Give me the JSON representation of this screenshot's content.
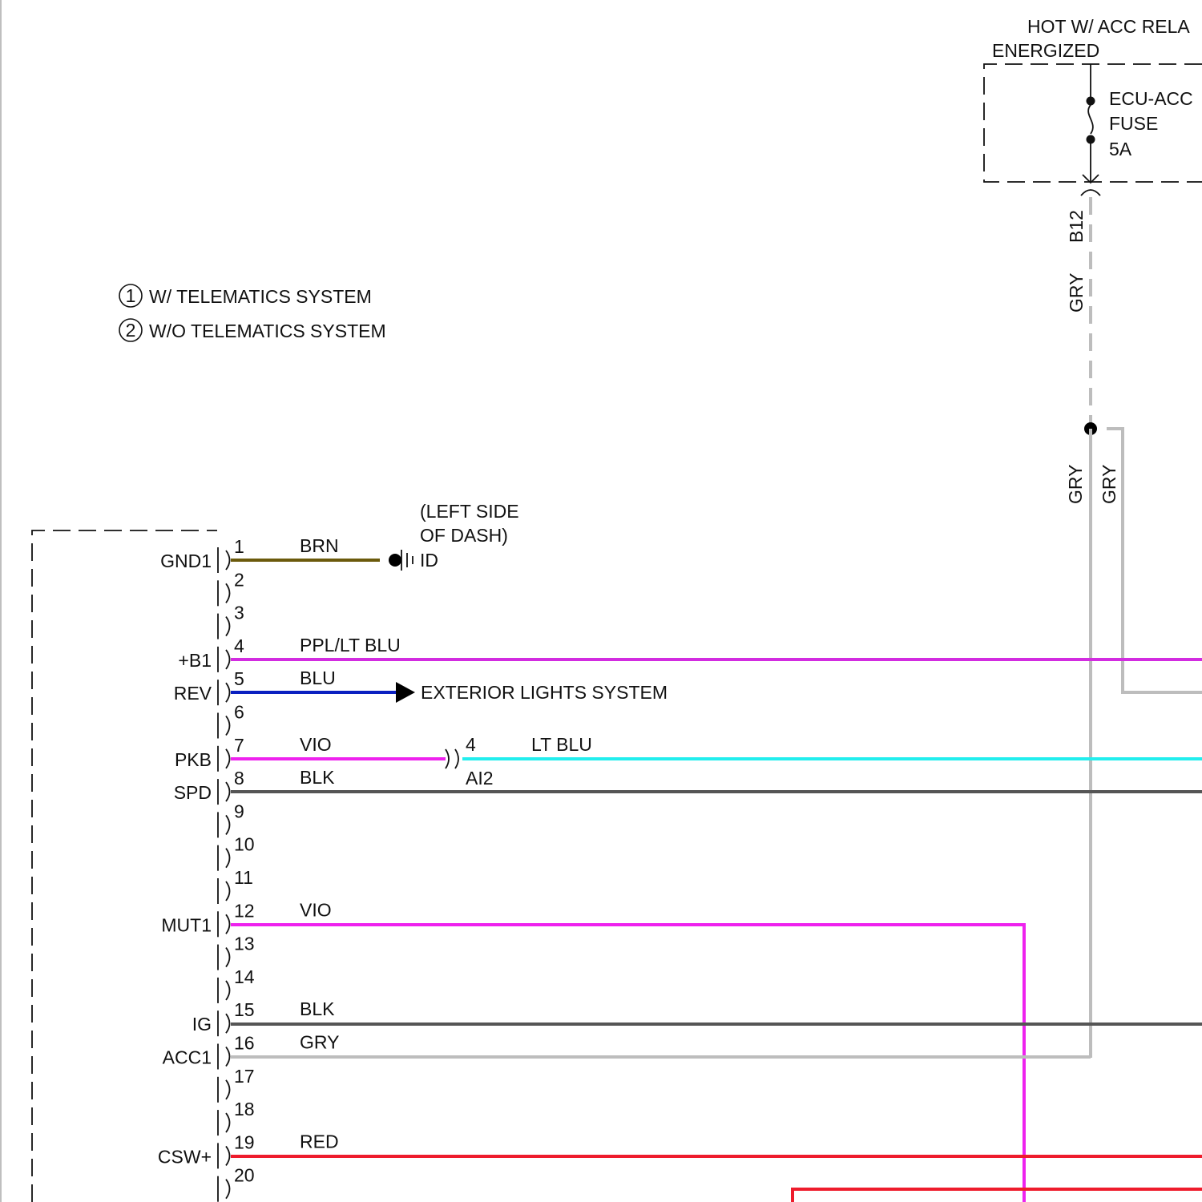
{
  "legend": {
    "item1": {
      "marker": "1",
      "text": "W/ TELEMATICS SYSTEM"
    },
    "item2": {
      "marker": "2",
      "text": "W/O TELEMATICS SYSTEM"
    }
  },
  "power_source": {
    "header_line1": "HOT W/ ACC RELA",
    "header_line2": "ENERGIZED",
    "fuse_name_line1": "ECU-ACC",
    "fuse_name_line2": "FUSE",
    "fuse_rating": "5A"
  },
  "vertical_feed": {
    "connector": "B12",
    "wire_upper": "GRY",
    "wire_left": "GRY",
    "wire_right": "GRY"
  },
  "ground": {
    "note_line1": "(LEFT SIDE",
    "note_line2": "OF DASH)",
    "point": "ID"
  },
  "destination": {
    "exterior_lights": "EXTERIOR LIGHTS SYSTEM"
  },
  "inline_connector": {
    "pin": "4",
    "name": "AI2",
    "wire": "LT BLU"
  },
  "pins": [
    {
      "num": "1",
      "signal": "GND1",
      "wire": "BRN"
    },
    {
      "num": "2",
      "signal": "",
      "wire": ""
    },
    {
      "num": "3",
      "signal": "",
      "wire": ""
    },
    {
      "num": "4",
      "signal": "+B1",
      "wire": "PPL/LT BLU"
    },
    {
      "num": "5",
      "signal": "REV",
      "wire": "BLU"
    },
    {
      "num": "6",
      "signal": "",
      "wire": ""
    },
    {
      "num": "7",
      "signal": "PKB",
      "wire": "VIO"
    },
    {
      "num": "8",
      "signal": "SPD",
      "wire": "BLK"
    },
    {
      "num": "9",
      "signal": "",
      "wire": ""
    },
    {
      "num": "10",
      "signal": "",
      "wire": ""
    },
    {
      "num": "11",
      "signal": "",
      "wire": ""
    },
    {
      "num": "12",
      "signal": "MUT1",
      "wire": "VIO"
    },
    {
      "num": "13",
      "signal": "",
      "wire": ""
    },
    {
      "num": "14",
      "signal": "",
      "wire": ""
    },
    {
      "num": "15",
      "signal": "IG",
      "wire": "BLK"
    },
    {
      "num": "16",
      "signal": "ACC1",
      "wire": "GRY"
    },
    {
      "num": "17",
      "signal": "",
      "wire": ""
    },
    {
      "num": "18",
      "signal": "",
      "wire": ""
    },
    {
      "num": "19",
      "signal": "CSW+",
      "wire": "RED"
    },
    {
      "num": "20",
      "signal": "",
      "wire": ""
    }
  ],
  "wire_colors": {
    "BRN": "#6b5a0c",
    "PPL/LT BLU": "#d22ce0",
    "BLU": "#0a1fc0",
    "VIO": "#ee22ee",
    "LT BLU": "#22eeee",
    "BLK": "#555555",
    "GRY": "#bdbdbd",
    "RED": "#ee1c2c"
  }
}
